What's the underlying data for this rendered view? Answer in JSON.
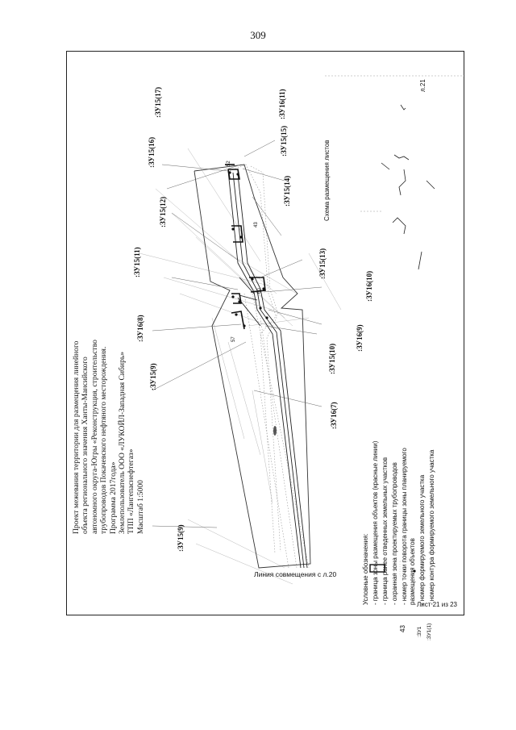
{
  "page_number": "309",
  "title_lines": [
    "Проект межевания территории для размещения линейного",
    "объекта регионального значения Ханты-Мансийского",
    "автономного округа-Югры «Реконструкция, строительство",
    "трубопроводов Покачевского нефтяного месторождения.",
    "Программа 2017года»",
    "Землепользователь ООО «ЛУКОЙЛ-Западная Сибирь»",
    "ТПП «Лангепаснефтегаз»",
    "Масштаб 1:5000"
  ],
  "parcels": {
    "zu15_17": ":ЗУ15(17)",
    "zu16_11": ":ЗУ16(11)",
    "zu15_16": ":ЗУ15(16)",
    "zu15_15": ":ЗУ15(15)",
    "zu15_14": ":ЗУ15(14)",
    "zu15_12": ":ЗУ15(12)",
    "zu15_11": ":ЗУ15(11)",
    "zu15_13": ":ЗУ15(13)",
    "zu16_10": ":ЗУ16(10)",
    "zu16_8": ":ЗУ16(8)",
    "zu16_9": ":ЗУ16(9)",
    "zu15_10": ":ЗУ15(10)",
    "zu15_9": ":ЗУ15(9)",
    "zu16_7": ":ЗУ16(7)",
    "zu15_9b": ":ЗУ15(9)"
  },
  "points": {
    "p1": "52",
    "p2": "43",
    "p3": "60",
    "p4": "57"
  },
  "scheme_label": "Схема размещения листов",
  "scheme_sheet": "л.21",
  "match_line": "Линия совмещения с л.20",
  "legend": {
    "title": "Условные обозначения:",
    "items": [
      "- граница зоны размещения объектов (красные линии)",
      "- граница ранее отведенных земельных участков",
      "- охранная зона проектируемых трубопроводов",
      "- номер точки поворота границы зоны планируемого",
      "размещения объектов",
      "- номер формируемого земельного участка",
      "- номер контура формируемого земельного участка"
    ],
    "sym_point": "43",
    "sym_parcel": ":ЗУ1",
    "sym_contour": ":ЗУ1(1)"
  },
  "sheet_label": "Лист 21 из 23"
}
